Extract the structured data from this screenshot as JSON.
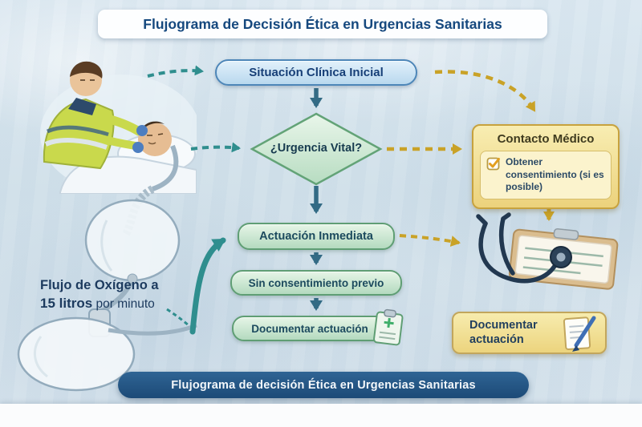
{
  "header": {
    "title": "Flujograma de Decisión Ética en Urgencias Sanitarias"
  },
  "nodes": {
    "start": "Situación Clínica Inicial",
    "decision": "¿Urgencia Vital?",
    "immediate": "Actuación Inmediata",
    "no_consent": "Sin consentimiento previo",
    "document": "Documentar actuación"
  },
  "contact": {
    "title": "Contacto Médico",
    "note": "Obtener consentimiento (si es posible)"
  },
  "side_document": {
    "line1": "Documentar",
    "line2": "actuación"
  },
  "oxygen": {
    "line1": "Flujo de Oxígeno a",
    "bold": "15 litros",
    "rest": " por minuto"
  },
  "footer": {
    "banner": "Flujograma de decisión Ética en Urgencias Sanitarias"
  },
  "icons": {
    "checkbox-check-icon": "✓",
    "clipboard-icon": "clipboard with notes",
    "document-pen-icon": "document with pen",
    "stethoscope-icon": "stethoscope on clipboard",
    "paramedic-illustration": "paramedic attending patient",
    "oxygen-bag-illustration": "oxygen reservoir bags and tubing"
  },
  "colors": {
    "navy": "#1d4e79",
    "teal_arrow": "#2f8e8e",
    "gold_arrow": "#c9a227",
    "slate_arrow": "#336b85",
    "green_fill": "#dff2e0",
    "green_border": "#5f9e74",
    "blue_fill": "#cde5f6",
    "blue_border": "#4d86b8",
    "yellow_fill": "#f6e9a9",
    "yellow_border": "#c7a23e",
    "banner_bg": "#1d4a77",
    "background": "#d3e1eb"
  }
}
